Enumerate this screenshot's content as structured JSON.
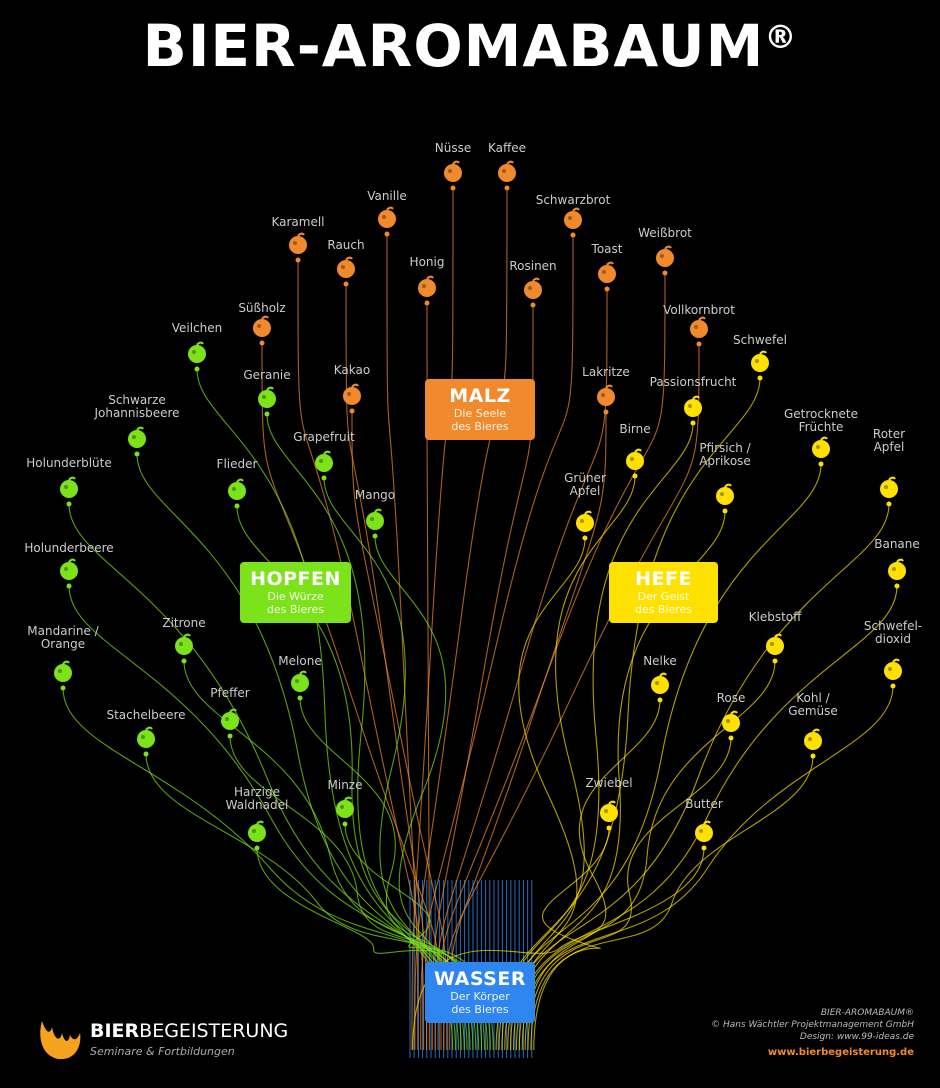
{
  "title": "BIER-AROMABAUM",
  "title_mark": "®",
  "colors": {
    "malz": "#f08a2c",
    "hopfen": "#7ce31a",
    "hefe": "#ffe100",
    "wasser": "#2f86f0",
    "background": "#000000"
  },
  "categories": {
    "malz": {
      "title": "MALZ",
      "subtitle": "Die Seele\ndes Bieres"
    },
    "hopfen": {
      "title": "HOPFEN",
      "subtitle": "Die Würze\ndes Bieres"
    },
    "hefe": {
      "title": "HEFE",
      "subtitle": "Der Geist\ndes Bieres"
    },
    "wasser": {
      "title": "WASSER",
      "subtitle": "Der Körper\ndes Bieres"
    }
  },
  "aromas": [
    {
      "label": "Nüsse",
      "group": "malz",
      "icon": "nuts-icon"
    },
    {
      "label": "Kaffee",
      "group": "malz",
      "icon": "coffee-beans-icon"
    },
    {
      "label": "Vanille",
      "group": "malz",
      "icon": "vanilla-flower-icon"
    },
    {
      "label": "Schwarzbrot",
      "group": "malz",
      "icon": "dark-bread-icon"
    },
    {
      "label": "Karamell",
      "group": "malz",
      "icon": "candy-icon"
    },
    {
      "label": "Rauch",
      "group": "malz",
      "icon": "smoke-icon"
    },
    {
      "label": "Honig",
      "group": "malz",
      "icon": "honeycomb-icon"
    },
    {
      "label": "Rosinen",
      "group": "malz",
      "icon": "raisins-icon"
    },
    {
      "label": "Toast",
      "group": "malz",
      "icon": "toast-icon"
    },
    {
      "label": "Weißbrot",
      "group": "malz",
      "icon": "white-bread-icon"
    },
    {
      "label": "Süßholz",
      "group": "malz",
      "icon": "licorice-root-icon"
    },
    {
      "label": "Vollkornbrot",
      "group": "malz",
      "icon": "wholegrain-bread-icon"
    },
    {
      "label": "Kakao",
      "group": "malz",
      "icon": "cocoa-pod-icon"
    },
    {
      "label": "Lakritze",
      "group": "malz",
      "icon": "licorice-wheel-icon"
    },
    {
      "label": "Veilchen",
      "group": "hopfen",
      "icon": "violet-icon"
    },
    {
      "label": "Geranie",
      "group": "hopfen",
      "icon": "geranium-icon"
    },
    {
      "label": "Schwarze\nJohannisbeere",
      "group": "hopfen",
      "icon": "blackcurrant-icon"
    },
    {
      "label": "Grapefruit",
      "group": "hopfen",
      "icon": "grapefruit-icon"
    },
    {
      "label": "Holunderblüte",
      "group": "hopfen",
      "icon": "elderflower-icon"
    },
    {
      "label": "Flieder",
      "group": "hopfen",
      "icon": "lilac-icon"
    },
    {
      "label": "Mango",
      "group": "hopfen",
      "icon": "mango-icon"
    },
    {
      "label": "Holunderbeere",
      "group": "hopfen",
      "icon": "elderberry-icon"
    },
    {
      "label": "Zitrone",
      "group": "hopfen",
      "icon": "lemon-icon"
    },
    {
      "label": "Mandarine /\nOrange",
      "group": "hopfen",
      "icon": "orange-icon"
    },
    {
      "label": "Melone",
      "group": "hopfen",
      "icon": "melon-icon"
    },
    {
      "label": "Pfeffer",
      "group": "hopfen",
      "icon": "pepper-mill-icon"
    },
    {
      "label": "Stachelbeere",
      "group": "hopfen",
      "icon": "gooseberry-icon"
    },
    {
      "label": "Harzige\nWaldnadel",
      "group": "hopfen",
      "icon": "pine-tree-icon"
    },
    {
      "label": "Minze",
      "group": "hopfen",
      "icon": "mint-icon"
    },
    {
      "label": "Schwefel",
      "group": "hefe",
      "icon": "sulfur-icon"
    },
    {
      "label": "Passionsfrucht",
      "group": "hefe",
      "icon": "passionfruit-icon"
    },
    {
      "label": "Getrocknete\nFrüchte",
      "group": "hefe",
      "icon": "dried-fruit-icon"
    },
    {
      "label": "Birne",
      "group": "hefe",
      "icon": "pear-icon"
    },
    {
      "label": "Roter\nApfel",
      "group": "hefe",
      "icon": "red-apple-icon"
    },
    {
      "label": "Grüner\nApfel",
      "group": "hefe",
      "icon": "green-apple-icon"
    },
    {
      "label": "Pfirsich /\nAprikose",
      "group": "hefe",
      "icon": "peach-icon"
    },
    {
      "label": "Banane",
      "group": "hefe",
      "icon": "banana-icon"
    },
    {
      "label": "Klebstoff",
      "group": "hefe",
      "icon": "glue-icon"
    },
    {
      "label": "Schwefel-\ndioxid",
      "group": "hefe",
      "icon": "match-icon"
    },
    {
      "label": "Nelke",
      "group": "hefe",
      "icon": "clove-icon"
    },
    {
      "label": "Rose",
      "group": "hefe",
      "icon": "rose-icon"
    },
    {
      "label": "Kohl /\nGemüse",
      "group": "hefe",
      "icon": "vegetable-crate-icon"
    },
    {
      "label": "Zwiebel",
      "group": "hefe",
      "icon": "onion-icon"
    },
    {
      "label": "Butter",
      "group": "hefe",
      "icon": "butter-icon"
    }
  ],
  "logo": {
    "brand_bold": "BIER",
    "brand_rest": "BEGEISTERUNG",
    "tagline": "Seminare & Fortbildungen"
  },
  "credits": {
    "line1": "BIER-AROMABAUM®",
    "line2": "© Hans Wächtler Projektmanagement GmbH",
    "line3": "Design: www.99-ideas.de",
    "url": "www.bierbegeisterung.de"
  }
}
